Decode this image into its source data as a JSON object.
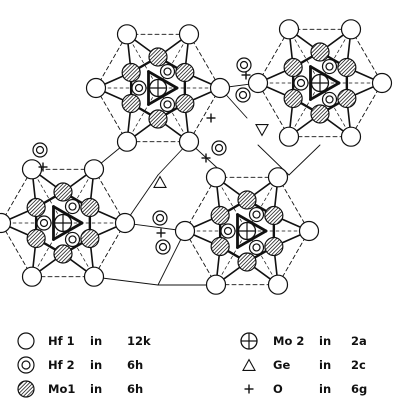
{
  "figure": {
    "kind": "crystal structure projection",
    "colors": {
      "ink": "#111111",
      "paper": "#ffffff",
      "hatch": "#1a1a1a"
    }
  },
  "legend": [
    {
      "symbol": "open-circle-icon",
      "atom": "Hf 1",
      "word": "in",
      "site": "12k"
    },
    {
      "symbol": "double-circle-icon",
      "atom": "Hf 2",
      "word": "in",
      "site": "6h"
    },
    {
      "symbol": "hatched-circle-icon",
      "atom": "Mo1",
      "word": "in",
      "site": "6h"
    },
    {
      "symbol": "circle-plus-icon",
      "atom": "Mo 2",
      "word": "in",
      "site": "2a"
    },
    {
      "symbol": "triangle-up-icon",
      "atom": "Ge",
      "word": "in",
      "site": "2c"
    },
    {
      "symbol": "plus-icon",
      "atom": "O",
      "word": "in",
      "site": "6g"
    }
  ]
}
